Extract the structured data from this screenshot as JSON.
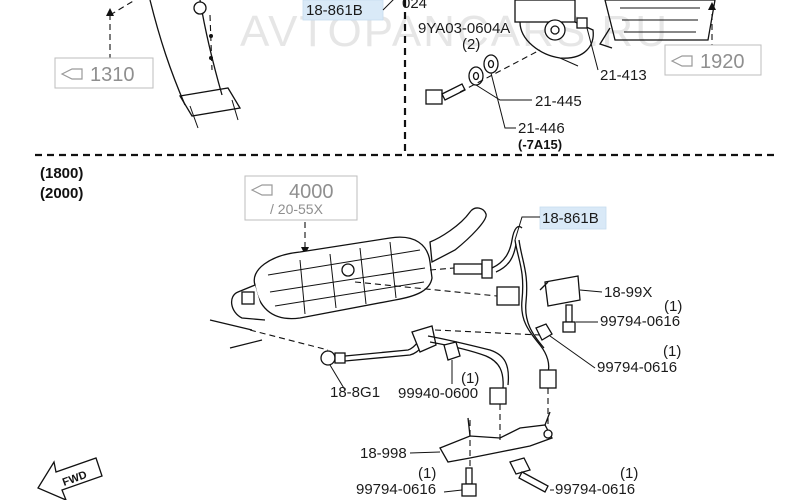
{
  "watermark": "AVTOPANCARS.RU",
  "variants": {
    "v1": "(1800)",
    "v2": "(2000)"
  },
  "refs": {
    "r1310": "1310",
    "r1920": "1920",
    "r4000": "4000",
    "r4000sub": "/ 20-55X"
  },
  "labels": {
    "top_18861b": "18-861B",
    "top_024": "024",
    "top_9ya": "9YA03-0604A",
    "top_2": "(2)",
    "top_21413": "21-413",
    "top_21445": "21-445",
    "top_21446": "21-446",
    "top_7a15": "(-7A15)",
    "b_18861b": "18-861B",
    "b_1899x": "18-99X",
    "b_q1": "(1)",
    "b_99794_a": "99794-0616",
    "b_q2": "(1)",
    "b_99794_b": "99794-0616",
    "b_188g1": "18-8G1",
    "b_q3": "(1)",
    "b_99940": "99940-0600",
    "b_18998": "18-998",
    "b_q4": "(1)",
    "b_99794_c": "99794-0616",
    "b_q5": "(1)",
    "b_99794_d": "99794-0616"
  },
  "fwd": "FWD"
}
